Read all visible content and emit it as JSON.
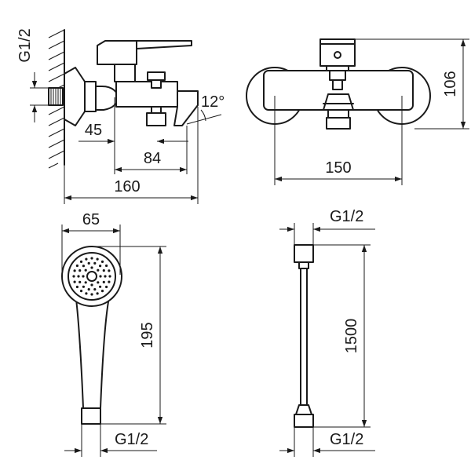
{
  "faucet": {
    "side": {
      "thread": "G1/2",
      "dim_45": "45",
      "dim_84": "84",
      "dim_160": "160",
      "angle": "12°"
    },
    "front": {
      "dim_150": "150",
      "dim_106": "106"
    }
  },
  "hand_shower": {
    "head_width": "65",
    "length": "195",
    "thread": "G1/2"
  },
  "hose": {
    "thread_top": "G1/2",
    "length": "1500",
    "thread_bottom": "G1/2"
  },
  "colors": {
    "line": "#1a1a1a",
    "background": "#ffffff"
  }
}
